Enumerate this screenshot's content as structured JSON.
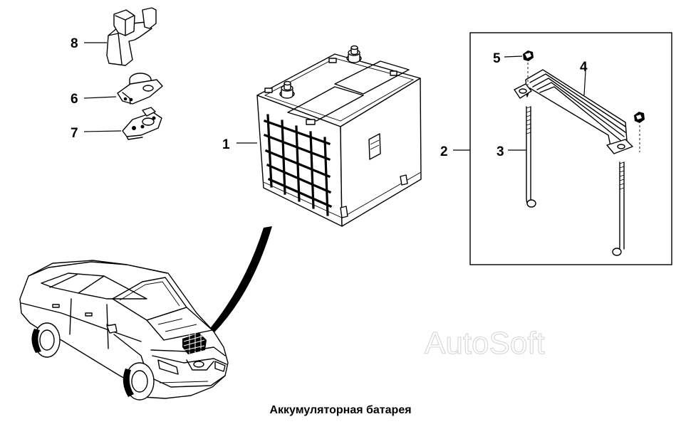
{
  "caption": "Аккумуляторная батарея",
  "watermark": "AutoSoft",
  "callouts": {
    "battery": "1",
    "mount_kit": "2",
    "rod": "3",
    "clamp": "4",
    "nut": "5",
    "terminal_cap_a": "6",
    "terminal_cap_b": "7",
    "terminal_cover": "8"
  }
}
